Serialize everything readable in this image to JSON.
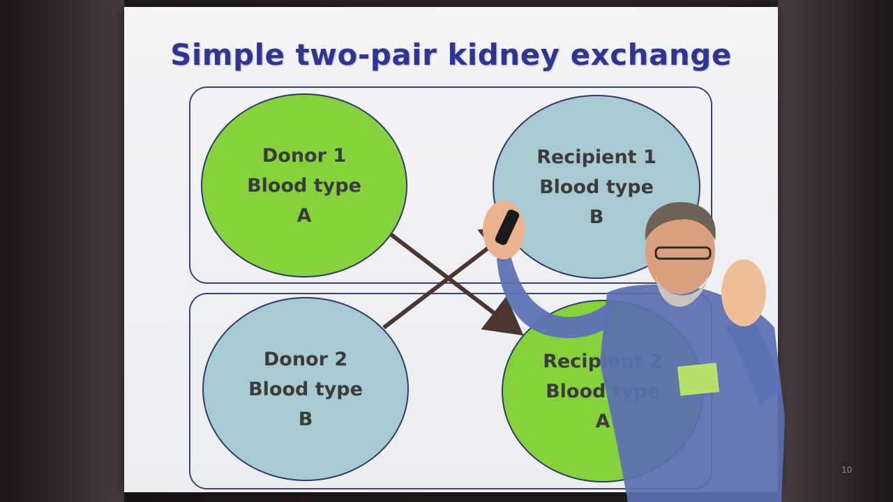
{
  "slide": {
    "title": "Simple two-pair kidney exchange",
    "page_number": "10"
  },
  "nodes": {
    "donor1": {
      "line1": "Donor 1",
      "line2": "Blood type",
      "line3": "A",
      "color": "#86d23c"
    },
    "recipient1": {
      "line1": "Recipient  1",
      "line2": "Blood type",
      "line3": "B",
      "color": "#a9cad3"
    },
    "donor2": {
      "line1": "Donor 2",
      "line2": "Blood type",
      "line3": "B",
      "color": "#a9cad3"
    },
    "recipient2": {
      "line1": "Recipient  2",
      "line2": "Blood type",
      "line3": "A",
      "color": "#86d23c"
    }
  },
  "edges": [
    {
      "from": "Donor 1",
      "to": "Recipient 2"
    },
    {
      "from": "Donor 2",
      "to": "Recipient 1"
    }
  ],
  "colors": {
    "title": "#2e3690",
    "arrow": "#4a3530",
    "box_border": "#3a4470"
  },
  "presenter": {
    "badge_lines": [
      "",
      "",
      ""
    ]
  }
}
